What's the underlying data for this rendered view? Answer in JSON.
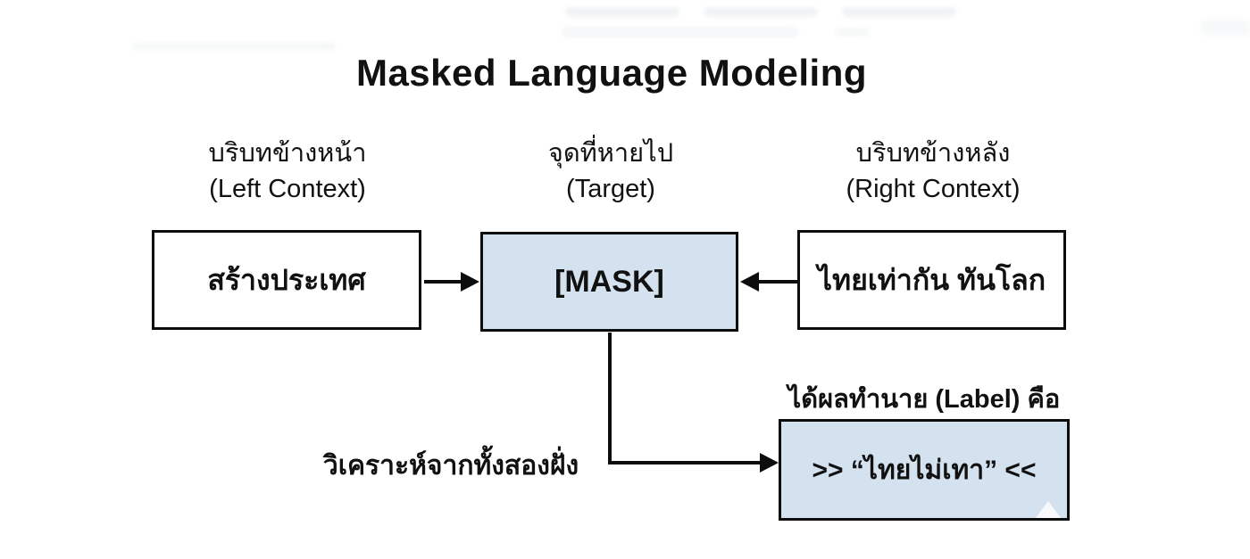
{
  "title": "Masked Language Modeling",
  "columns": [
    {
      "id": "left-context",
      "thai_label": "บริบทข้างหน้า",
      "english_label": "(Left Context)",
      "box_text": "สร้างประเทศ",
      "box_style": "plain"
    },
    {
      "id": "target",
      "thai_label": "จุดที่หายไป",
      "english_label": "(Target)",
      "box_text": "[MASK]",
      "box_style": "highlighted"
    },
    {
      "id": "right-context",
      "thai_label": "บริบทข้างหลัง",
      "english_label": "(Right Context)",
      "box_text": "ไทยเท่ากัน ทันโลก",
      "box_style": "plain"
    }
  ],
  "analysis_note": "วิเคราะห์จากทั้งสองฝั่ง",
  "prediction": {
    "caption": "ได้ผลทำนาย (Label) คือ",
    "box_text": ">> “ไทยไม่เทา” <<",
    "box_style": "highlighted"
  },
  "colors": {
    "background": "#ffffff",
    "highlight_box_bg": "#d4e2ef",
    "line": "#0d0d0d",
    "text": "#111111"
  }
}
